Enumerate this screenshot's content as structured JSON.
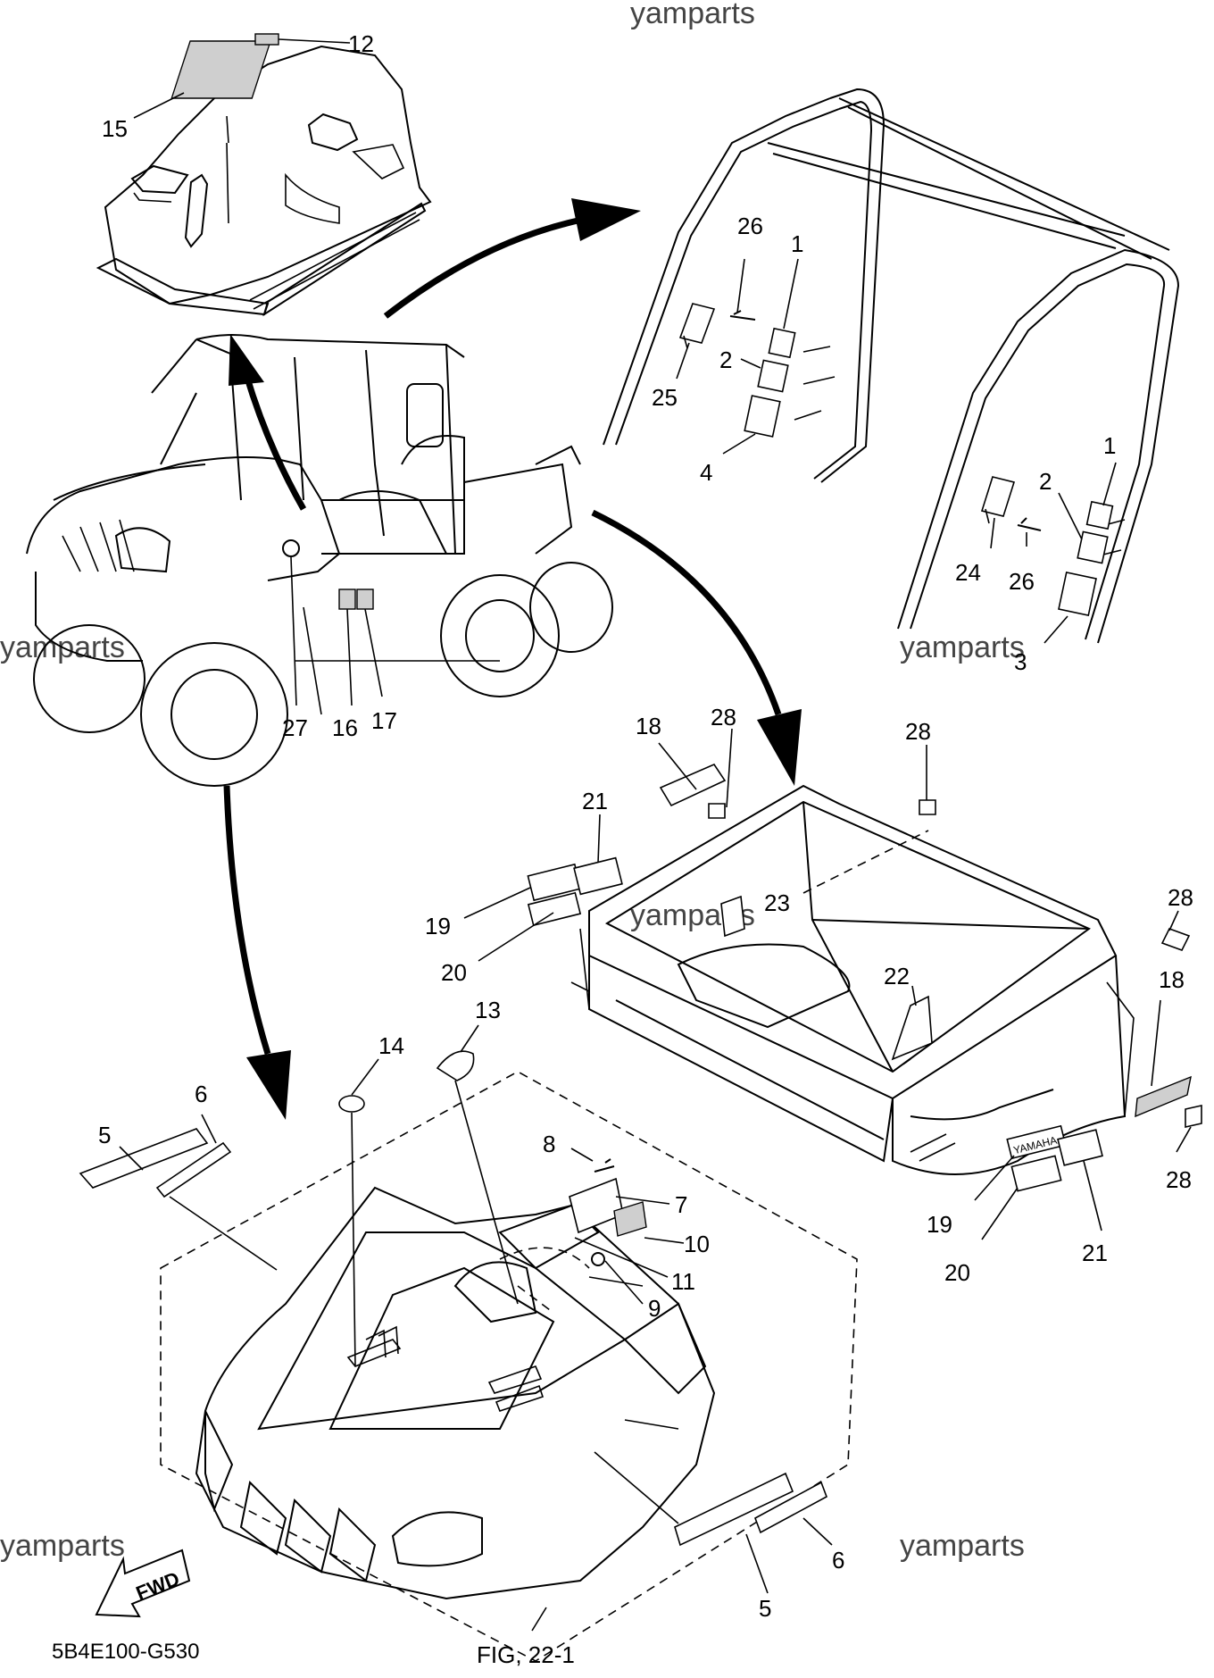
{
  "watermarks": [
    "yamparts",
    "yamparts",
    "yamparts",
    "yamparts",
    "yamparts",
    "yamparts"
  ],
  "diagram_code": "5B4E100-G530",
  "figure_ref": "FIG, 22-1",
  "fwd_label": "FWD",
  "callouts": {
    "c12": "12",
    "c15": "15",
    "c26a": "26",
    "c1a": "1",
    "c2a": "2",
    "c25": "25",
    "c4": "4",
    "c1b": "1",
    "c2b": "2",
    "c24": "24",
    "c26b": "26",
    "c3": "3",
    "c27": "27",
    "c16": "16",
    "c17": "17",
    "c18a": "18",
    "c28a": "28",
    "c28b": "28",
    "c21a": "21",
    "c19a": "19",
    "c20a": "20",
    "c23": "23",
    "c22": "22",
    "c28c": "28",
    "c18b": "18",
    "c28d": "28",
    "c19b": "19",
    "c20b": "20",
    "c21b": "21",
    "c13": "13",
    "c14": "14",
    "c6a": "6",
    "c5a": "5",
    "c8": "8",
    "c7": "7",
    "c10": "10",
    "c11": "11",
    "c9": "9",
    "c6b": "6",
    "c5b": "5"
  },
  "decal_text": {
    "yamaha": "YAMAHA"
  }
}
